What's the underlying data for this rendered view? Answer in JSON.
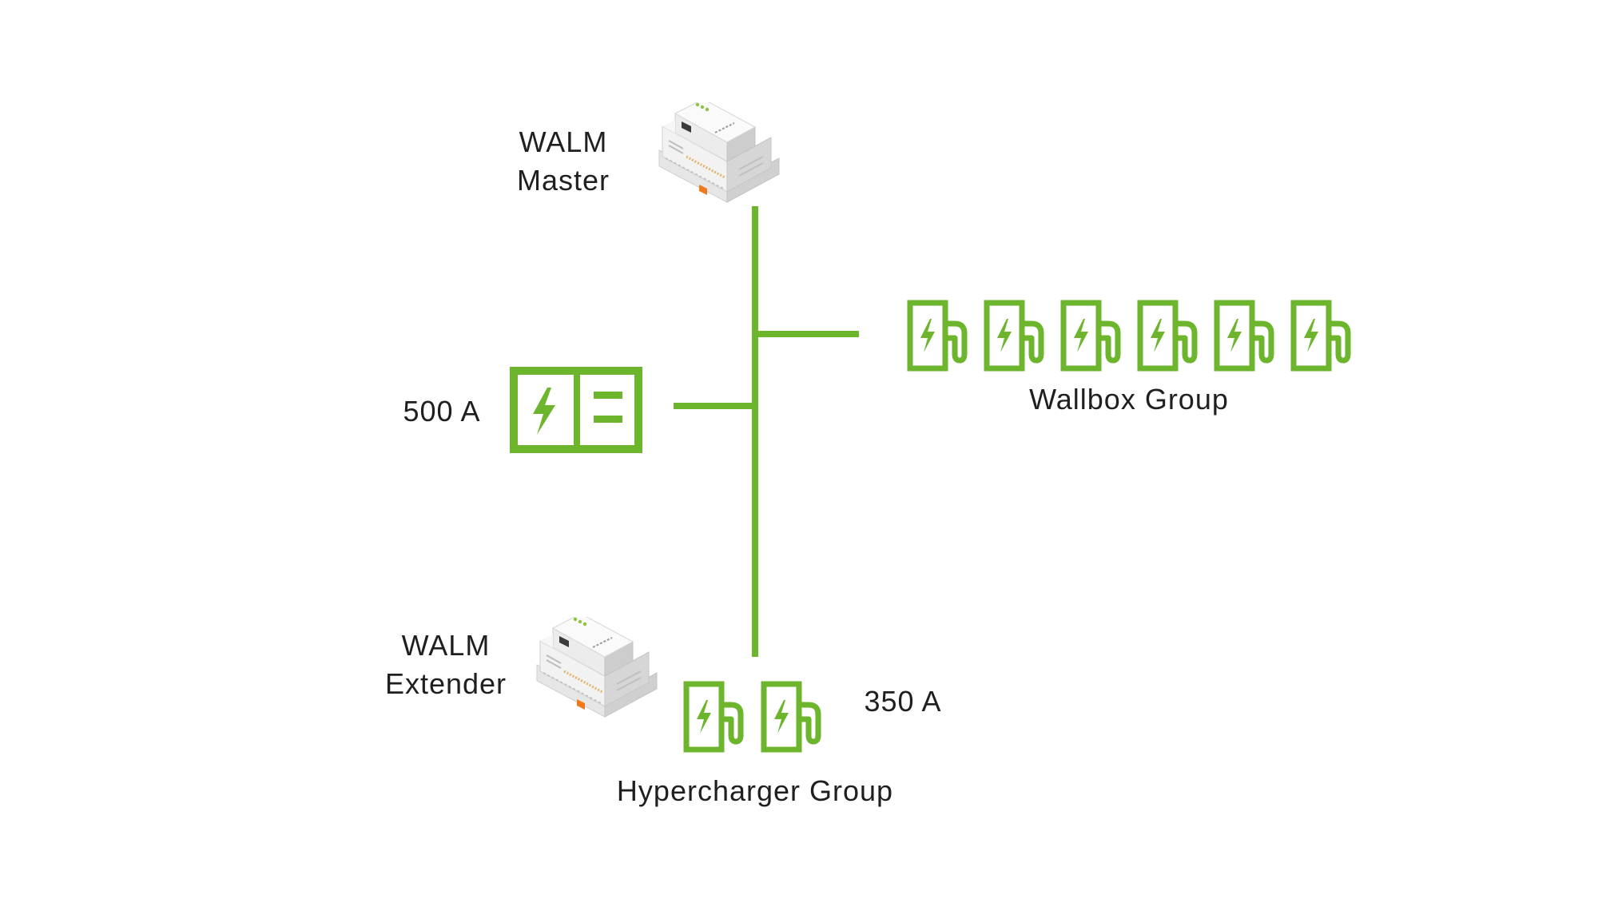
{
  "colors": {
    "accent": "#6cb52d",
    "text": "#1f1f1f",
    "device_light": "#f4f4f4",
    "device_mid": "#dcdcdc",
    "device_dark": "#bdbdbd",
    "device_orange": "#f07a1a"
  },
  "nodes": {
    "master": {
      "label_line1": "WALM",
      "label_line2": "Master",
      "icon": "walm-controller-icon"
    },
    "meter": {
      "current": "500 A",
      "icon": "energy-meter-icon"
    },
    "wallbox_group": {
      "label": "Wallbox Group",
      "charger_count": 6,
      "icon": "wallbox-charger-icon"
    },
    "extender": {
      "label_line1": "WALM",
      "label_line2": "Extender",
      "icon": "walm-controller-icon"
    },
    "hypercharger_group": {
      "label": "Hypercharger Group",
      "current": "350 A",
      "charger_count": 2,
      "icon": "hypercharger-icon"
    }
  }
}
